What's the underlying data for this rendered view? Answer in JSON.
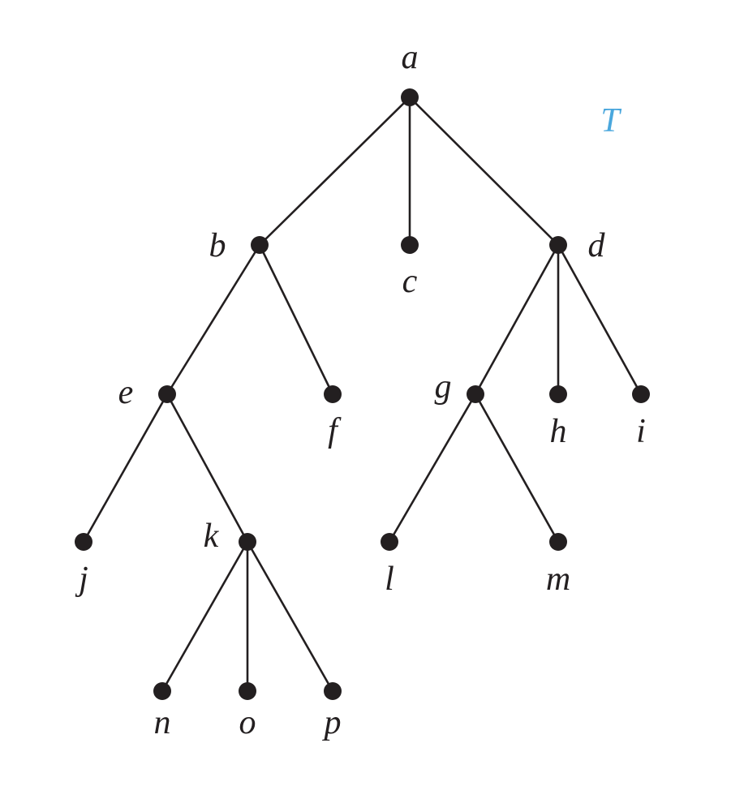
{
  "tree": {
    "name": "T",
    "name_color": "#4aa7dd",
    "node_color": "#231f20",
    "edge_color": "#231f20",
    "root": "a",
    "nodes": [
      "a",
      "b",
      "c",
      "d",
      "e",
      "f",
      "g",
      "h",
      "i",
      "j",
      "k",
      "l",
      "m",
      "n",
      "o",
      "p"
    ],
    "edges": [
      [
        "a",
        "b"
      ],
      [
        "a",
        "c"
      ],
      [
        "a",
        "d"
      ],
      [
        "b",
        "e"
      ],
      [
        "b",
        "f"
      ],
      [
        "d",
        "g"
      ],
      [
        "d",
        "h"
      ],
      [
        "d",
        "i"
      ],
      [
        "e",
        "j"
      ],
      [
        "e",
        "k"
      ],
      [
        "g",
        "l"
      ],
      [
        "g",
        "m"
      ],
      [
        "k",
        "n"
      ],
      [
        "k",
        "o"
      ],
      [
        "k",
        "p"
      ]
    ]
  }
}
